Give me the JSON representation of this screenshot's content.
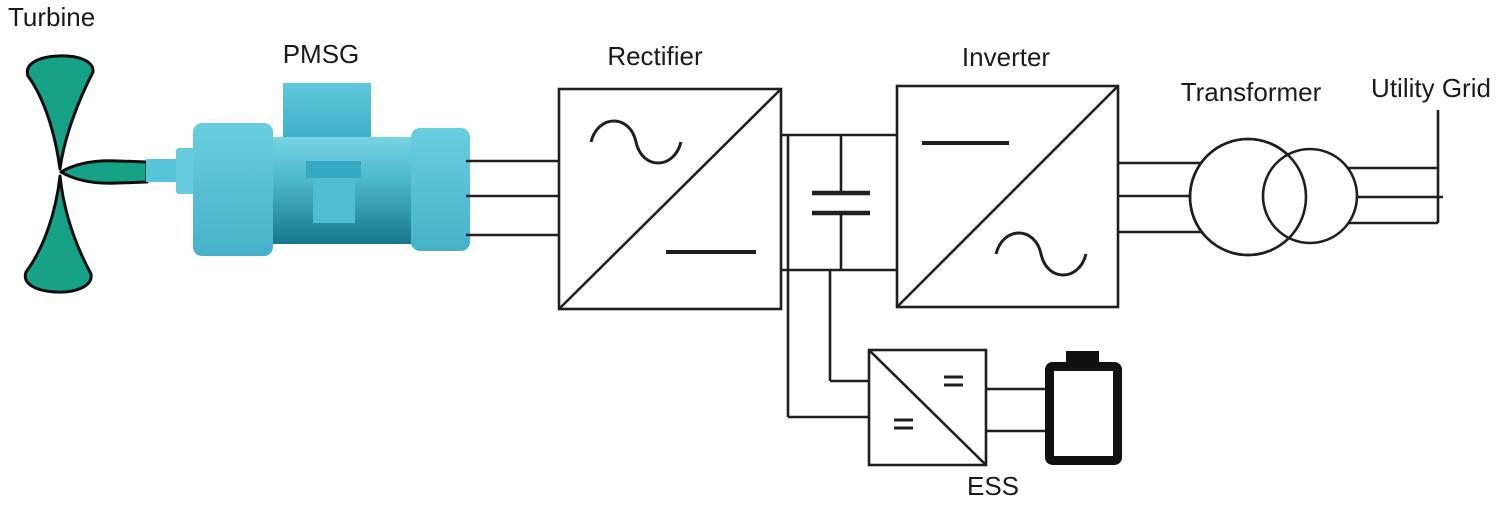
{
  "labels": {
    "turbine": "Turbine",
    "pmsg": "PMSG",
    "rectifier": "Rectifier",
    "inverter": "Inverter",
    "transformer": "Transformer",
    "utility_grid": "Utility Grid",
    "ess": "ESS"
  },
  "colors": {
    "line": "#1f1f1f",
    "blade_green": "#16a287",
    "machine_cyan_light": "#5cc7db",
    "machine_cyan_dark": "#197790",
    "battery_black": "#111111",
    "background": "#ffffff",
    "label_text": "#1a1a1e"
  },
  "components": [
    {
      "name": "wind-turbine-rotor",
      "symbol": "two-blade-propeller-icon"
    },
    {
      "name": "pmsg-generator",
      "symbol": "machine-body-icon"
    },
    {
      "name": "rectifier",
      "symbol": "ac-dc-converter-box"
    },
    {
      "name": "dc-link",
      "symbol": "capacitor-icon"
    },
    {
      "name": "inverter",
      "symbol": "dc-ac-converter-box"
    },
    {
      "name": "transformer",
      "symbol": "two-circle-transformer-icon"
    },
    {
      "name": "utility-grid",
      "symbol": "three-line-bus-icon"
    },
    {
      "name": "ess-dc-dc-converter",
      "symbol": "dc-dc-converter-box"
    },
    {
      "name": "ess-battery",
      "symbol": "battery-icon"
    }
  ]
}
